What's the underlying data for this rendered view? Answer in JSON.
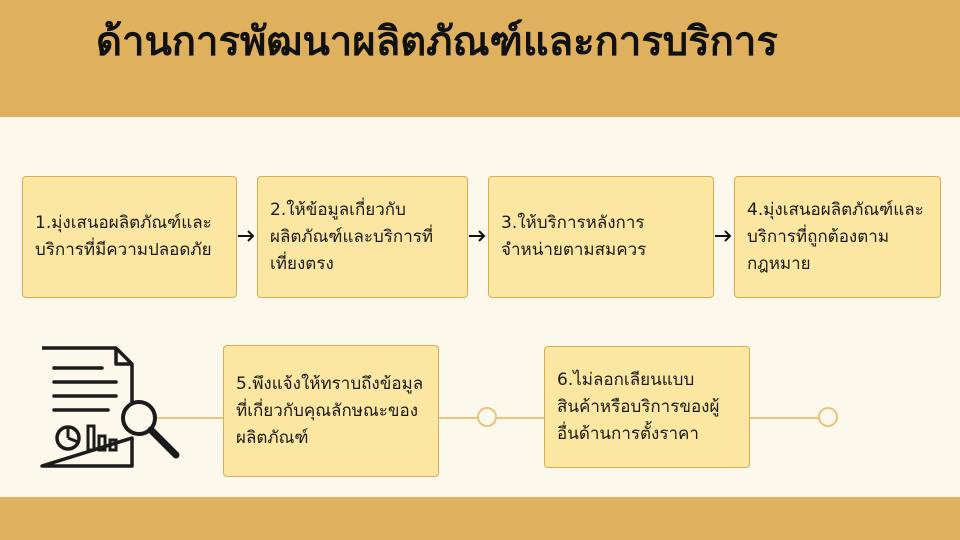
{
  "title": "ด้านการพัฒนาผลิตภัณฑ์และการบริการ",
  "steps": [
    {
      "label": "1.มุ่งเสนอผลิตภัณฑ์และบริการที่มีความปลอดภัย"
    },
    {
      "label": "2.ให้ข้อมูลเกี่ยวกับผลิตภัณฑ์และบริการที่เที่ยงตรง"
    },
    {
      "label": "3.ให้บริการหลังการจำหน่ายตามสมควร"
    },
    {
      "label": "4.มุ่งเสนอผลิตภัณฑ์และบริการที่ถูกต้องตามกฎหมาย"
    },
    {
      "label": "5.พึงแจ้งให้ทราบถึงข้อมูลที่เกี่ยวกับคุณลักษณะของผลิตภัณฑ์"
    },
    {
      "label": "6.ไม่ลอกเลียนแบบสินค้าหรือบริการของผู้อื่นด้านการตั้งราคา"
    }
  ],
  "icons": {
    "document": "document-analysis-icon",
    "arrow": "arrow-right-icon",
    "node": "timeline-node-icon"
  },
  "colors": {
    "band": "#dfb05e",
    "background": "#fdf8ec",
    "box_fill": "#fbe7a1",
    "box_border": "#d3ae5a",
    "connector": "#e8c57f",
    "text": "#1a1a1a"
  }
}
